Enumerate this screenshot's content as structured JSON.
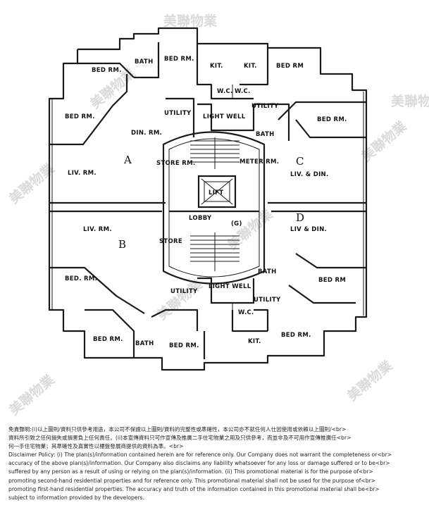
{
  "floor_plan": {
    "units": [
      "A",
      "B",
      "C",
      "D"
    ],
    "rooms": {
      "bed_rm": "BED RM.",
      "bed_rm_alt": "BED RM",
      "bath": "BATH",
      "kit_dot": "KIT.",
      "kit": "KIT.",
      "wc_left": "W.C.",
      "wc_right": "W.C.",
      "utility": "UTILITY",
      "light_well": "LIGHT WELL",
      "din_rm": "DIN. RM.",
      "liv_rm": "LIV. RM.",
      "liv_din_c": "LIV. & DIN.",
      "liv_din_d": "LIV & DIN.",
      "liv_rm_b": "LIV. RM.",
      "store_rm": "STORE RM.",
      "store": "STORE",
      "lift": "LIFT",
      "meter_rm": "METER RM.",
      "lobby": "LOBBY",
      "lobby_g": "(G)",
      "bed_rm_b": "BED. RM."
    }
  },
  "watermark": "美聯物業",
  "disclaimer": {
    "zh_lines": [
      "免責聲明:(i)以上圖則/資料只供參考用途，本公司不保證以上圖則/資料的完整性或準確性，本公司亦不就任何人仕因使用或依賴以上圖則/<br>",
      "資料所引致之任何損失或損害負上任何責任。(ii)本宣傳資料只可作宣傳及推廣二手住宅物業之用及只供參考，而並非及不可用作宣傳推廣任<br>",
      "何一手住宅物業；其準確性及真實性以樓盤發展商提供的資料為準。<br>"
    ],
    "en_lines": [
      "Disclaimer Policy: (i) The plan(s)/information contained herein are for reference only. Our Company does not warrant the completeness or<br>",
      "accuracy of the above plan(s)/information. Our Company also disclaims any liability whatsoever for any loss or damage suffered or to be<br>",
      "suffered by any person as a result of using or relying on the plan(s)/information. (ii) This promotional material is for the purpose of<br>",
      "promoting second-hand residential properties and for reference only. This promotional material shall not be used for the purpose of<br>",
      "promoting first-hand residential properties. The accuracy and truth of the information contained in this promotional material shall be<br>",
      "subject to information provided by the developers."
    ]
  }
}
